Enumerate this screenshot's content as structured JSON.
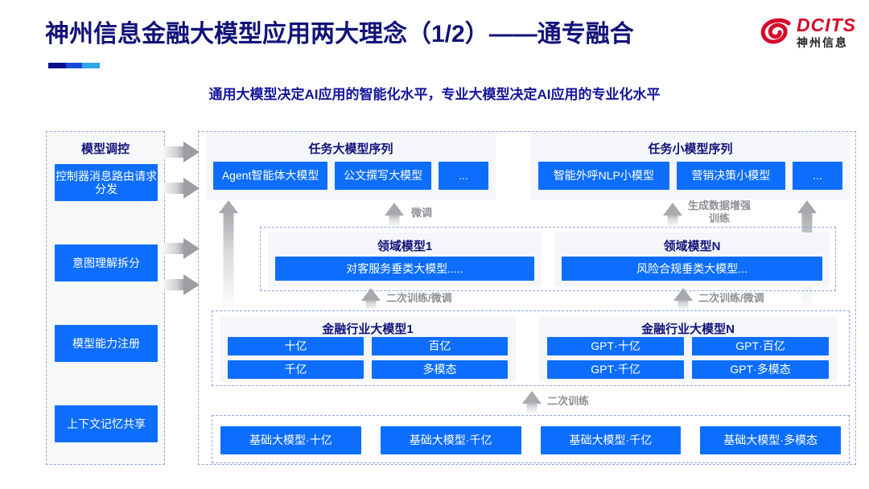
{
  "header": {
    "title": "神州信息金融大模型应用两大理念（1/2）——通专融合",
    "subtitle": "通用大模型决定AI应用的智能化水平，专业大模型决定AI应用的专业化水平",
    "logo_en": "DCITS",
    "logo_cn": "神州信息"
  },
  "sidebar": {
    "title": "模型调控",
    "items": [
      {
        "label": "控制器消息路由请求分发"
      },
      {
        "label": "意图理解拆分"
      },
      {
        "label": "模型能力注册"
      },
      {
        "label": "上下文记忆共享"
      }
    ]
  },
  "task_sequences": [
    {
      "title": "任务大模型序列",
      "items": [
        "Agent智能体大模型",
        "公文撰写大模型",
        "..."
      ]
    },
    {
      "title": "任务小模型序列",
      "items": [
        "智能外呼NLP小模型",
        "营销决策小模型",
        "..."
      ]
    }
  ],
  "domain_models": [
    {
      "title": "领域模型1",
      "item": "对客服务垂类大模型....."
    },
    {
      "title": "领域模型N",
      "item": "风险合规垂类大模型..."
    }
  ],
  "industry_models": [
    {
      "title": "金融行业大模型1",
      "items": [
        "十亿",
        "百亿",
        "千亿",
        "多模态"
      ]
    },
    {
      "title": "金融行业大模型N",
      "items": [
        "GPT·十亿",
        "GPT·百亿",
        "GPT·千亿",
        "GPT·多模态"
      ]
    }
  ],
  "base_models": [
    "基础大模型·十亿",
    "基础大模型·千亿",
    "基础大模型·千亿",
    "基础大模型·多模态"
  ],
  "arrow_labels": {
    "finetune": "微调",
    "data_aug": "生成数据增强\n训练",
    "retrain_finetune_left": "二次训练/微调",
    "retrain_finetune_right": "二次训练/微调",
    "retrain": "二次训练"
  },
  "colors": {
    "brand_blue": "#0d6efd",
    "title_navy": "#12127a",
    "logo_red": "#d8072b",
    "dashed_border": "#8fa6dd",
    "panel_bg": "#f4f6f9"
  }
}
